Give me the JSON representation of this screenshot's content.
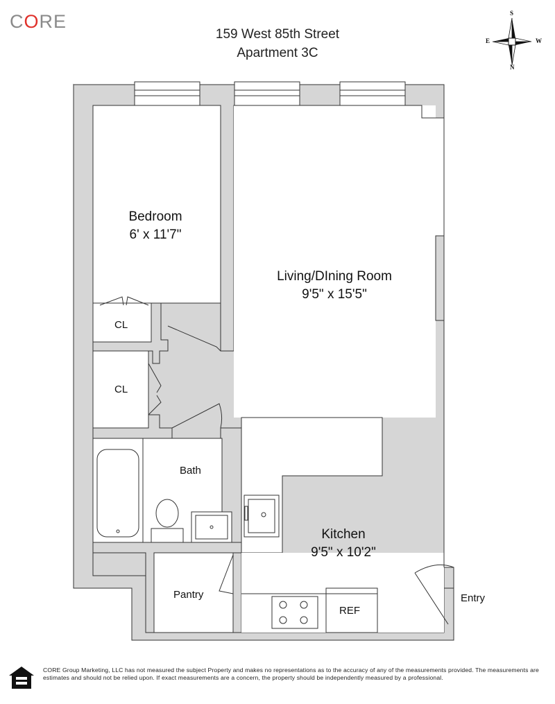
{
  "brand": {
    "prefix": "C",
    "o": "O",
    "suffix": "RE"
  },
  "header": {
    "address_line1": "159 West 85th Street",
    "address_line2": "Apartment 3C"
  },
  "compass": {
    "top": "S",
    "left": "E",
    "right": "W",
    "bottom": "N"
  },
  "rooms": {
    "bedroom": {
      "name": "Bedroom",
      "dims": "6' x 11'7\""
    },
    "living": {
      "name": "Living/DIning Room",
      "dims": "9'5\" x 15'5\""
    },
    "kitchen": {
      "name": "Kitchen",
      "dims": "9'5\" x 10'2\""
    },
    "closet1": {
      "name": "CL"
    },
    "closet2": {
      "name": "CL"
    },
    "bath": {
      "name": "Bath"
    },
    "pantry": {
      "name": "Pantry"
    },
    "ref": {
      "name": "REF"
    },
    "entry": {
      "name": "Entry"
    }
  },
  "footer": {
    "disclaimer": "CORE Group Marketing, LLC has not measured the subject Property and makes no representations as to the accuracy of any of the measurements provided. The measurements are estimates and should not be relied upon. If exact measurements are a concern, the property should be independently measured by a professional."
  },
  "colors": {
    "wall": "#d6d6d6",
    "line": "#333333",
    "brand_accent": "#e0312b",
    "brand_gray": "#8a8a8a"
  }
}
